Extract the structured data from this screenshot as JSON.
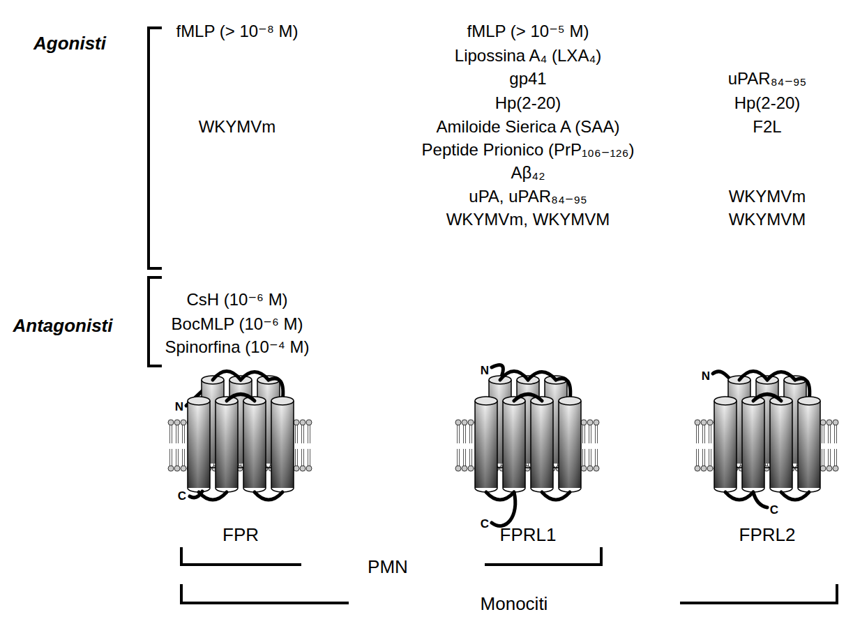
{
  "diagram": {
    "labels": [
      "Agonisti",
      "fMLP (> 10⁻⁸ M)",
      "fMLP (> 10⁻⁵ M)",
      "Lipossina A₄ (LXA₄)",
      "gp41",
      "uPAR₈₄₋₉₅",
      "Hp(2-20)",
      "Hp(2-20)",
      "Amiloide Sierica A (SAA)",
      "WKYMVm",
      "F2L",
      "Peptide Prionico (PrP₁₀₆₋₁₂₆)",
      "Aβ₄₂",
      "uPA, uPAR₈₄₋₉₅",
      "WKYMVm",
      "WKYMVm, WKYMVM",
      "WKYMVM",
      "Antagonisti",
      "CsH (10⁻⁶ M)",
      "BocMLP (10⁻⁶ M)",
      "Spinorfina (10⁻⁴ M)",
      "N",
      "C",
      "N",
      "C",
      "N",
      "C",
      "FPR",
      "FPRL1",
      "FPRL2",
      "PMN",
      "Monociti"
    ]
  }
}
